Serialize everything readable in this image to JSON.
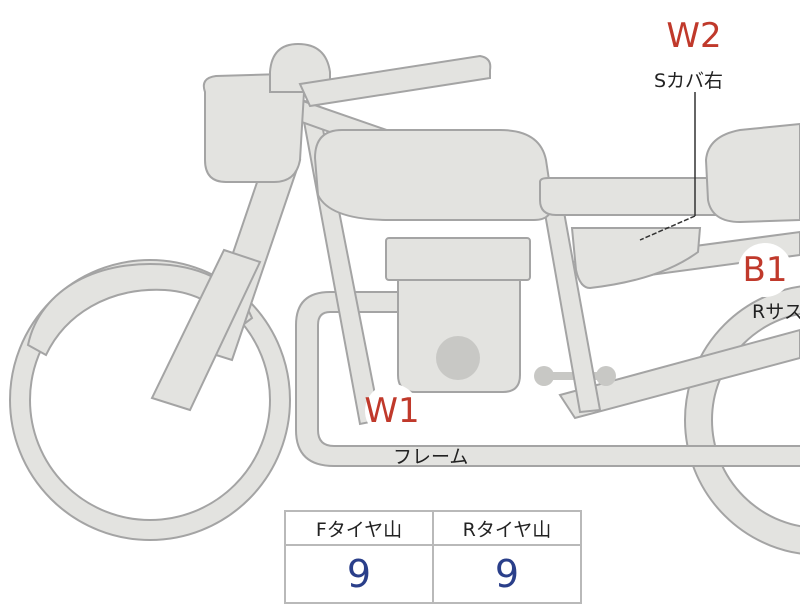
{
  "colors": {
    "body_fill": "#e3e3e0",
    "body_stroke": "#a4a4a4",
    "marker_text": "#c0392b",
    "value_text": "#2a3f8a",
    "leader_line": "#333333"
  },
  "markers": [
    {
      "id": "w2",
      "code": "W2",
      "label": "Sカバ右"
    },
    {
      "id": "b1",
      "code": "B1",
      "label": "Rサス"
    },
    {
      "id": "w1",
      "code": "W1",
      "label": "フレーム"
    }
  ],
  "tread_table": {
    "headers": [
      "Fタイヤ山",
      "Rタイヤ山"
    ],
    "values": [
      "9",
      "9"
    ]
  }
}
